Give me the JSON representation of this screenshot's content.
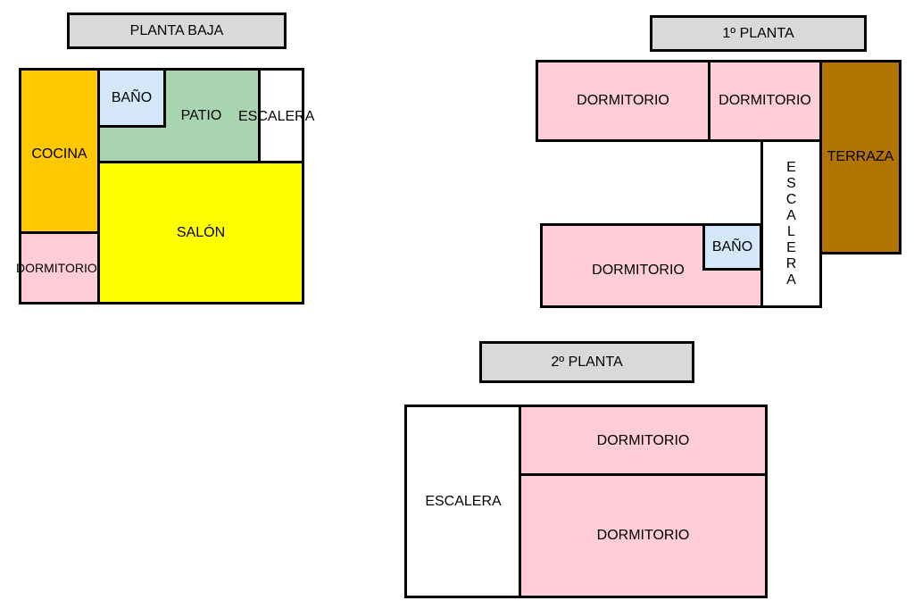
{
  "ground_floor": {
    "title": "PLANTA BAJA",
    "rooms": {
      "kitchen": "COCINA",
      "bedroom": "DORMITORIO",
      "bathroom": "BAÑO",
      "patio": "PATIO",
      "stairs": "ESCALERA",
      "living_room": "SALÓN"
    }
  },
  "first_floor": {
    "title": "1º PLANTA",
    "rooms": {
      "bedroom_1": "DORMITORIO",
      "bedroom_2": "DORMITORIO",
      "terrace": "TERRAZA",
      "stairs": "ESCALERA",
      "bedroom_3": "DORMITORIO",
      "bathroom": "BAÑO"
    }
  },
  "second_floor": {
    "title": "2º PLANTA",
    "rooms": {
      "stairs": "ESCALERA",
      "bedroom_1": "DORMITORIO",
      "bedroom_2": "DORMITORIO"
    }
  },
  "colors": {
    "bedroom": "#ffcdd8",
    "bathroom": "#d4e8fa",
    "patio": "#a8d5b0",
    "kitchen": "#ffc800",
    "living_room": "#ffff00",
    "terrace": "#b27400",
    "label": "#d9d9d9"
  }
}
